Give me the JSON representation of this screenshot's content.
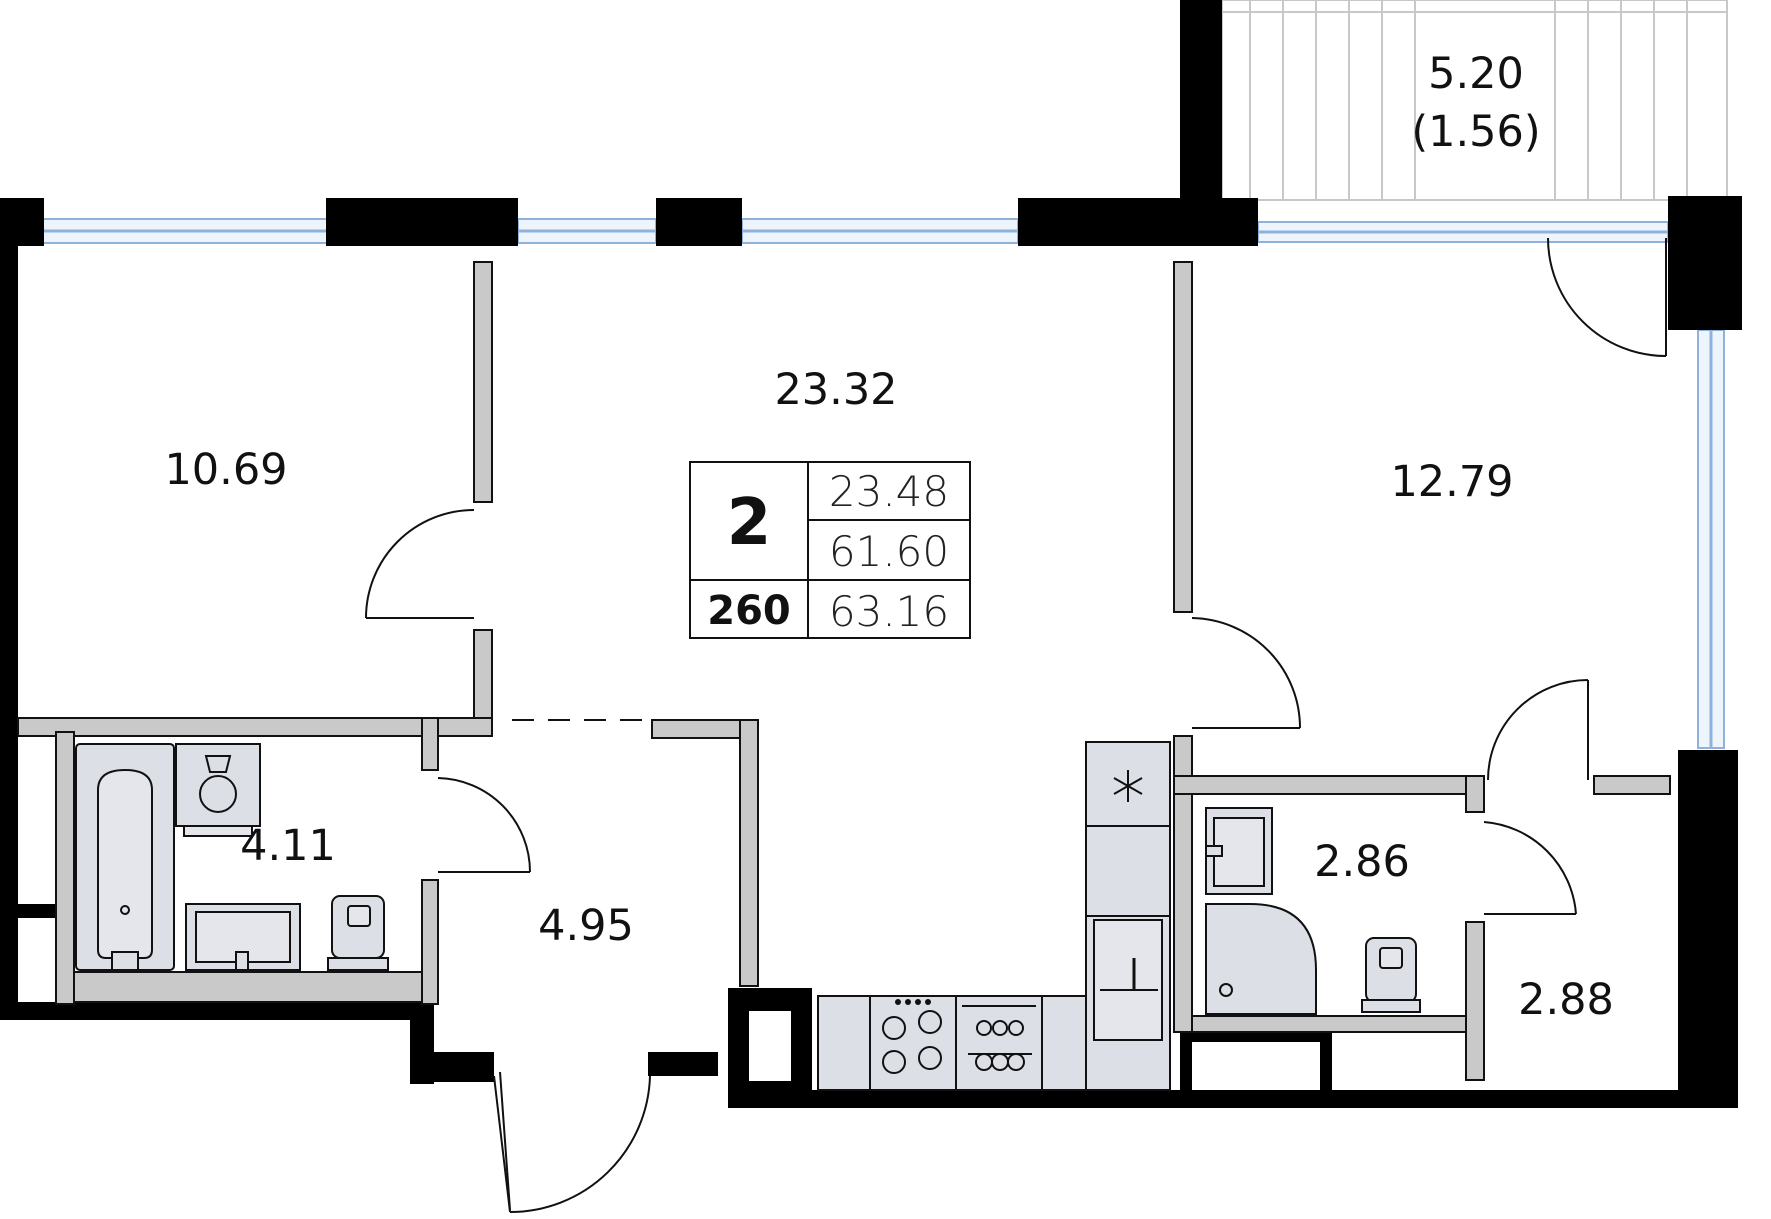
{
  "rooms": {
    "bedroom_left": "10.69",
    "living": "23.32",
    "bedroom_right": "12.79",
    "balcony_area": "5.20",
    "balcony_coef": "(1.56)",
    "bathroom": "4.11",
    "hall": "4.95",
    "wc_shower": "2.86",
    "closet": "2.88"
  },
  "info": {
    "rooms_count": "2",
    "living_area": "23.48",
    "total_area": "61.60",
    "apartment_number": "260",
    "area_with_balcony": "63.16"
  },
  "colors": {
    "wall": "#000000",
    "partition": "#c9c9c9",
    "window": "#8fb2dd",
    "fixture": "#dcdfe6"
  },
  "icons": [
    "snowflake-icon",
    "washer-icon",
    "stove-burners-icon",
    "oven-icon",
    "sink-icon",
    "bathtub-icon",
    "toilet-icon",
    "shower-icon"
  ]
}
